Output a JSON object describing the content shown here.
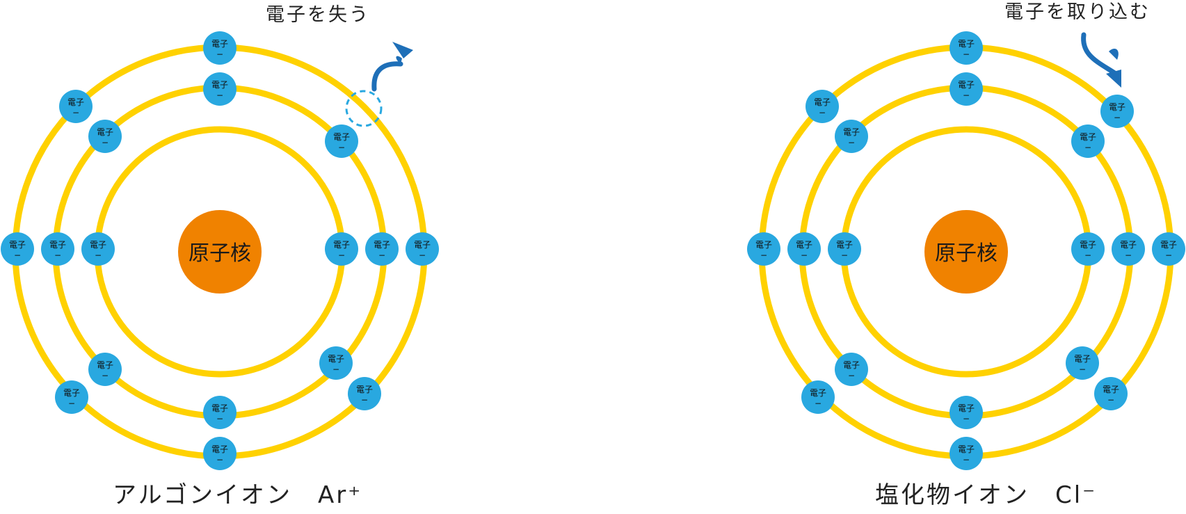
{
  "colors": {
    "orbit": "#FFD100",
    "nucleus": "#F08200",
    "electron": "#29A8E0",
    "arrow": "#1E6FB8"
  },
  "labels": {
    "nucleus": "原子核",
    "electron": "電子",
    "electron_sign": "−"
  },
  "left_atom": {
    "annotation": "電子を失う",
    "caption": "アルゴンイオン　Ar⁺"
  },
  "right_atom": {
    "annotation": "電子を取り込む",
    "caption": "塩化物イオン　Cl⁻"
  }
}
